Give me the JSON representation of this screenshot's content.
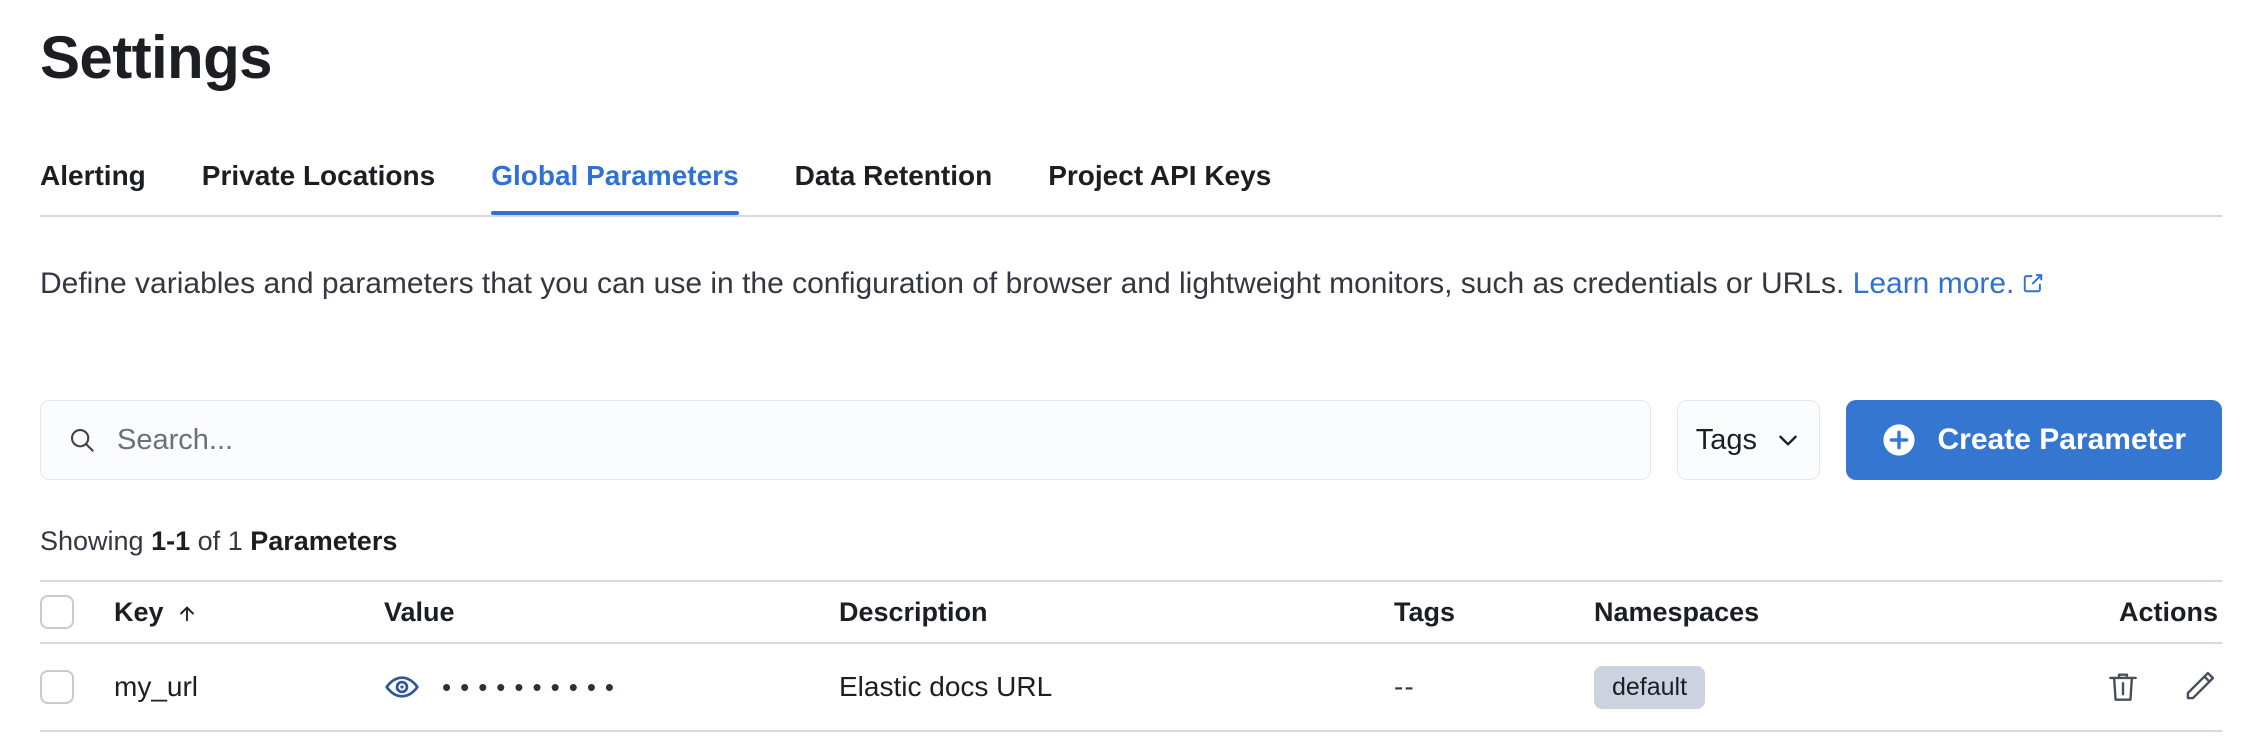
{
  "header": {
    "title": "Settings"
  },
  "tabs": [
    {
      "label": "Alerting",
      "active": false
    },
    {
      "label": "Private Locations",
      "active": false
    },
    {
      "label": "Global Parameters",
      "active": true
    },
    {
      "label": "Data Retention",
      "active": false
    },
    {
      "label": "Project API Keys",
      "active": false
    }
  ],
  "description": {
    "text": "Define variables and parameters that you can use in the configuration of browser and lightweight monitors, such as credentials or URLs.",
    "link_label": "Learn more.",
    "link_icon": "external-link-icon"
  },
  "controls": {
    "search": {
      "placeholder": "Search...",
      "value": "",
      "icon": "search-icon"
    },
    "tags_filter": {
      "label": "Tags",
      "icon": "chevron-down-icon"
    },
    "create_button": {
      "label": "Create Parameter",
      "icon": "plus-circle-icon"
    }
  },
  "results": {
    "showing_prefix": "Showing",
    "range": "1-1",
    "of": "of",
    "total": "1",
    "entity": "Parameters"
  },
  "table": {
    "columns": [
      {
        "label": "Key",
        "sort": "asc",
        "sort_icon": "arrow-up-icon"
      },
      {
        "label": "Value"
      },
      {
        "label": "Description"
      },
      {
        "label": "Tags"
      },
      {
        "label": "Namespaces"
      },
      {
        "label": "Actions"
      }
    ],
    "rows": [
      {
        "key": "my_url",
        "value_masked": "••••••••••",
        "value_toggle_icon": "eye-icon",
        "description": "Elastic docs URL",
        "tags": "--",
        "namespaces": [
          "default"
        ],
        "actions": [
          "trash-icon",
          "pencil-icon"
        ]
      }
    ]
  },
  "colors": {
    "accent_blue": "#3576d1",
    "tab_active": "#2f72d4",
    "link": "#2f72d4",
    "text": "#1d1e24",
    "subtle_border": "#d3dae6",
    "badge_bg": "#ccd2e0",
    "eye_icon": "#2f5699"
  }
}
